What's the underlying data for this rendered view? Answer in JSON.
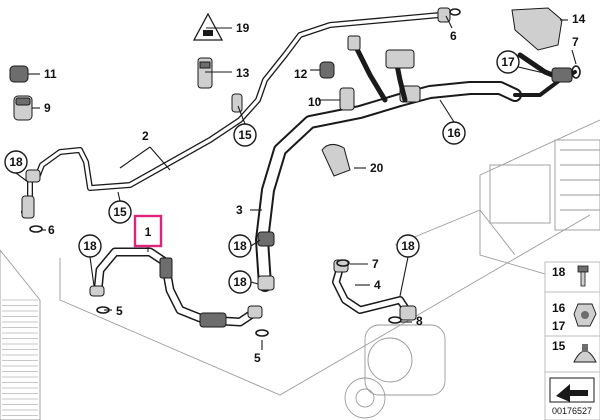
{
  "diagram": {
    "callouts": [
      {
        "id": "c19",
        "label": "19"
      },
      {
        "id": "c13",
        "label": "13"
      },
      {
        "id": "c11",
        "label": "11"
      },
      {
        "id": "c9",
        "label": "9"
      },
      {
        "id": "c15a",
        "label": "15"
      },
      {
        "id": "c2",
        "label": "2"
      },
      {
        "id": "c18a",
        "label": "18"
      },
      {
        "id": "c6a",
        "label": "6"
      },
      {
        "id": "c15b",
        "label": "15"
      },
      {
        "id": "c1",
        "label": "1"
      },
      {
        "id": "c18b",
        "label": "18"
      },
      {
        "id": "c5a",
        "label": "5"
      },
      {
        "id": "c6b",
        "label": "6"
      },
      {
        "id": "c14",
        "label": "14"
      },
      {
        "id": "c7a",
        "label": "7"
      },
      {
        "id": "c17a",
        "label": "17"
      },
      {
        "id": "c12",
        "label": "12"
      },
      {
        "id": "c10",
        "label": "10"
      },
      {
        "id": "c16a",
        "label": "16"
      },
      {
        "id": "c20",
        "label": "20"
      },
      {
        "id": "c3",
        "label": "3"
      },
      {
        "id": "c18c",
        "label": "18"
      },
      {
        "id": "c18d",
        "label": "18"
      },
      {
        "id": "c5b",
        "label": "5"
      },
      {
        "id": "c7b",
        "label": "7"
      },
      {
        "id": "c4",
        "label": "4"
      },
      {
        "id": "c18e",
        "label": "18"
      },
      {
        "id": "c8",
        "label": "8"
      }
    ],
    "legend": {
      "items": [
        {
          "id": "l18",
          "label": "18"
        },
        {
          "id": "l16",
          "label": "16"
        },
        {
          "id": "l17",
          "label": "17"
        },
        {
          "id": "l15",
          "label": "15"
        }
      ]
    },
    "code": "00176527",
    "colors": {
      "line": "#1a1a1a",
      "highlight": "#e0247a",
      "ghost": "#9a9a9a",
      "part_fill": "#cfcfcf"
    }
  }
}
